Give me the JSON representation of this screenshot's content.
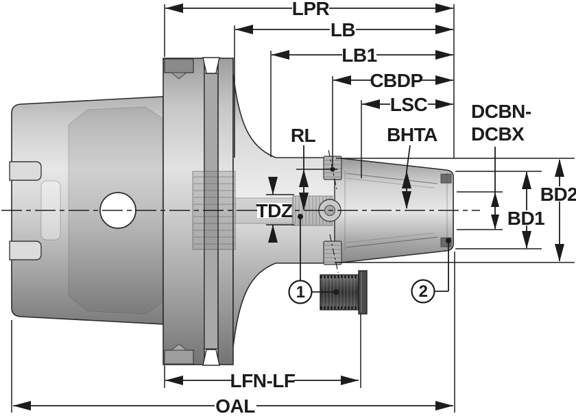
{
  "drawing": {
    "type": "technical-dimension-diagram",
    "subject": "HSK shank toolholder with collet nose, side view with dimension callouts",
    "dim_labels": {
      "lpr": "LPR",
      "lb": "LB",
      "lb1": "LB1",
      "cbdp": "CBDP",
      "lsc": "LSC",
      "dcbn_dcbx": [
        "DCBN-",
        "DCBX"
      ],
      "rl": "RL",
      "bhta": "BHTA",
      "tdz": "TDZ",
      "bd2": "BD2",
      "bd1": "BD1",
      "lfn_lf": "LFN-LF",
      "oal": "OAL"
    },
    "callouts": [
      {
        "label": "1"
      },
      {
        "label": "2"
      }
    ],
    "colors": {
      "line": "#1c1c1c",
      "background": "#ffffff",
      "metal_light": "#e9e9e9",
      "metal_mid": "#c0c0c0",
      "metal_dark": "#868686",
      "screw_body": "#3f3f3f"
    }
  }
}
